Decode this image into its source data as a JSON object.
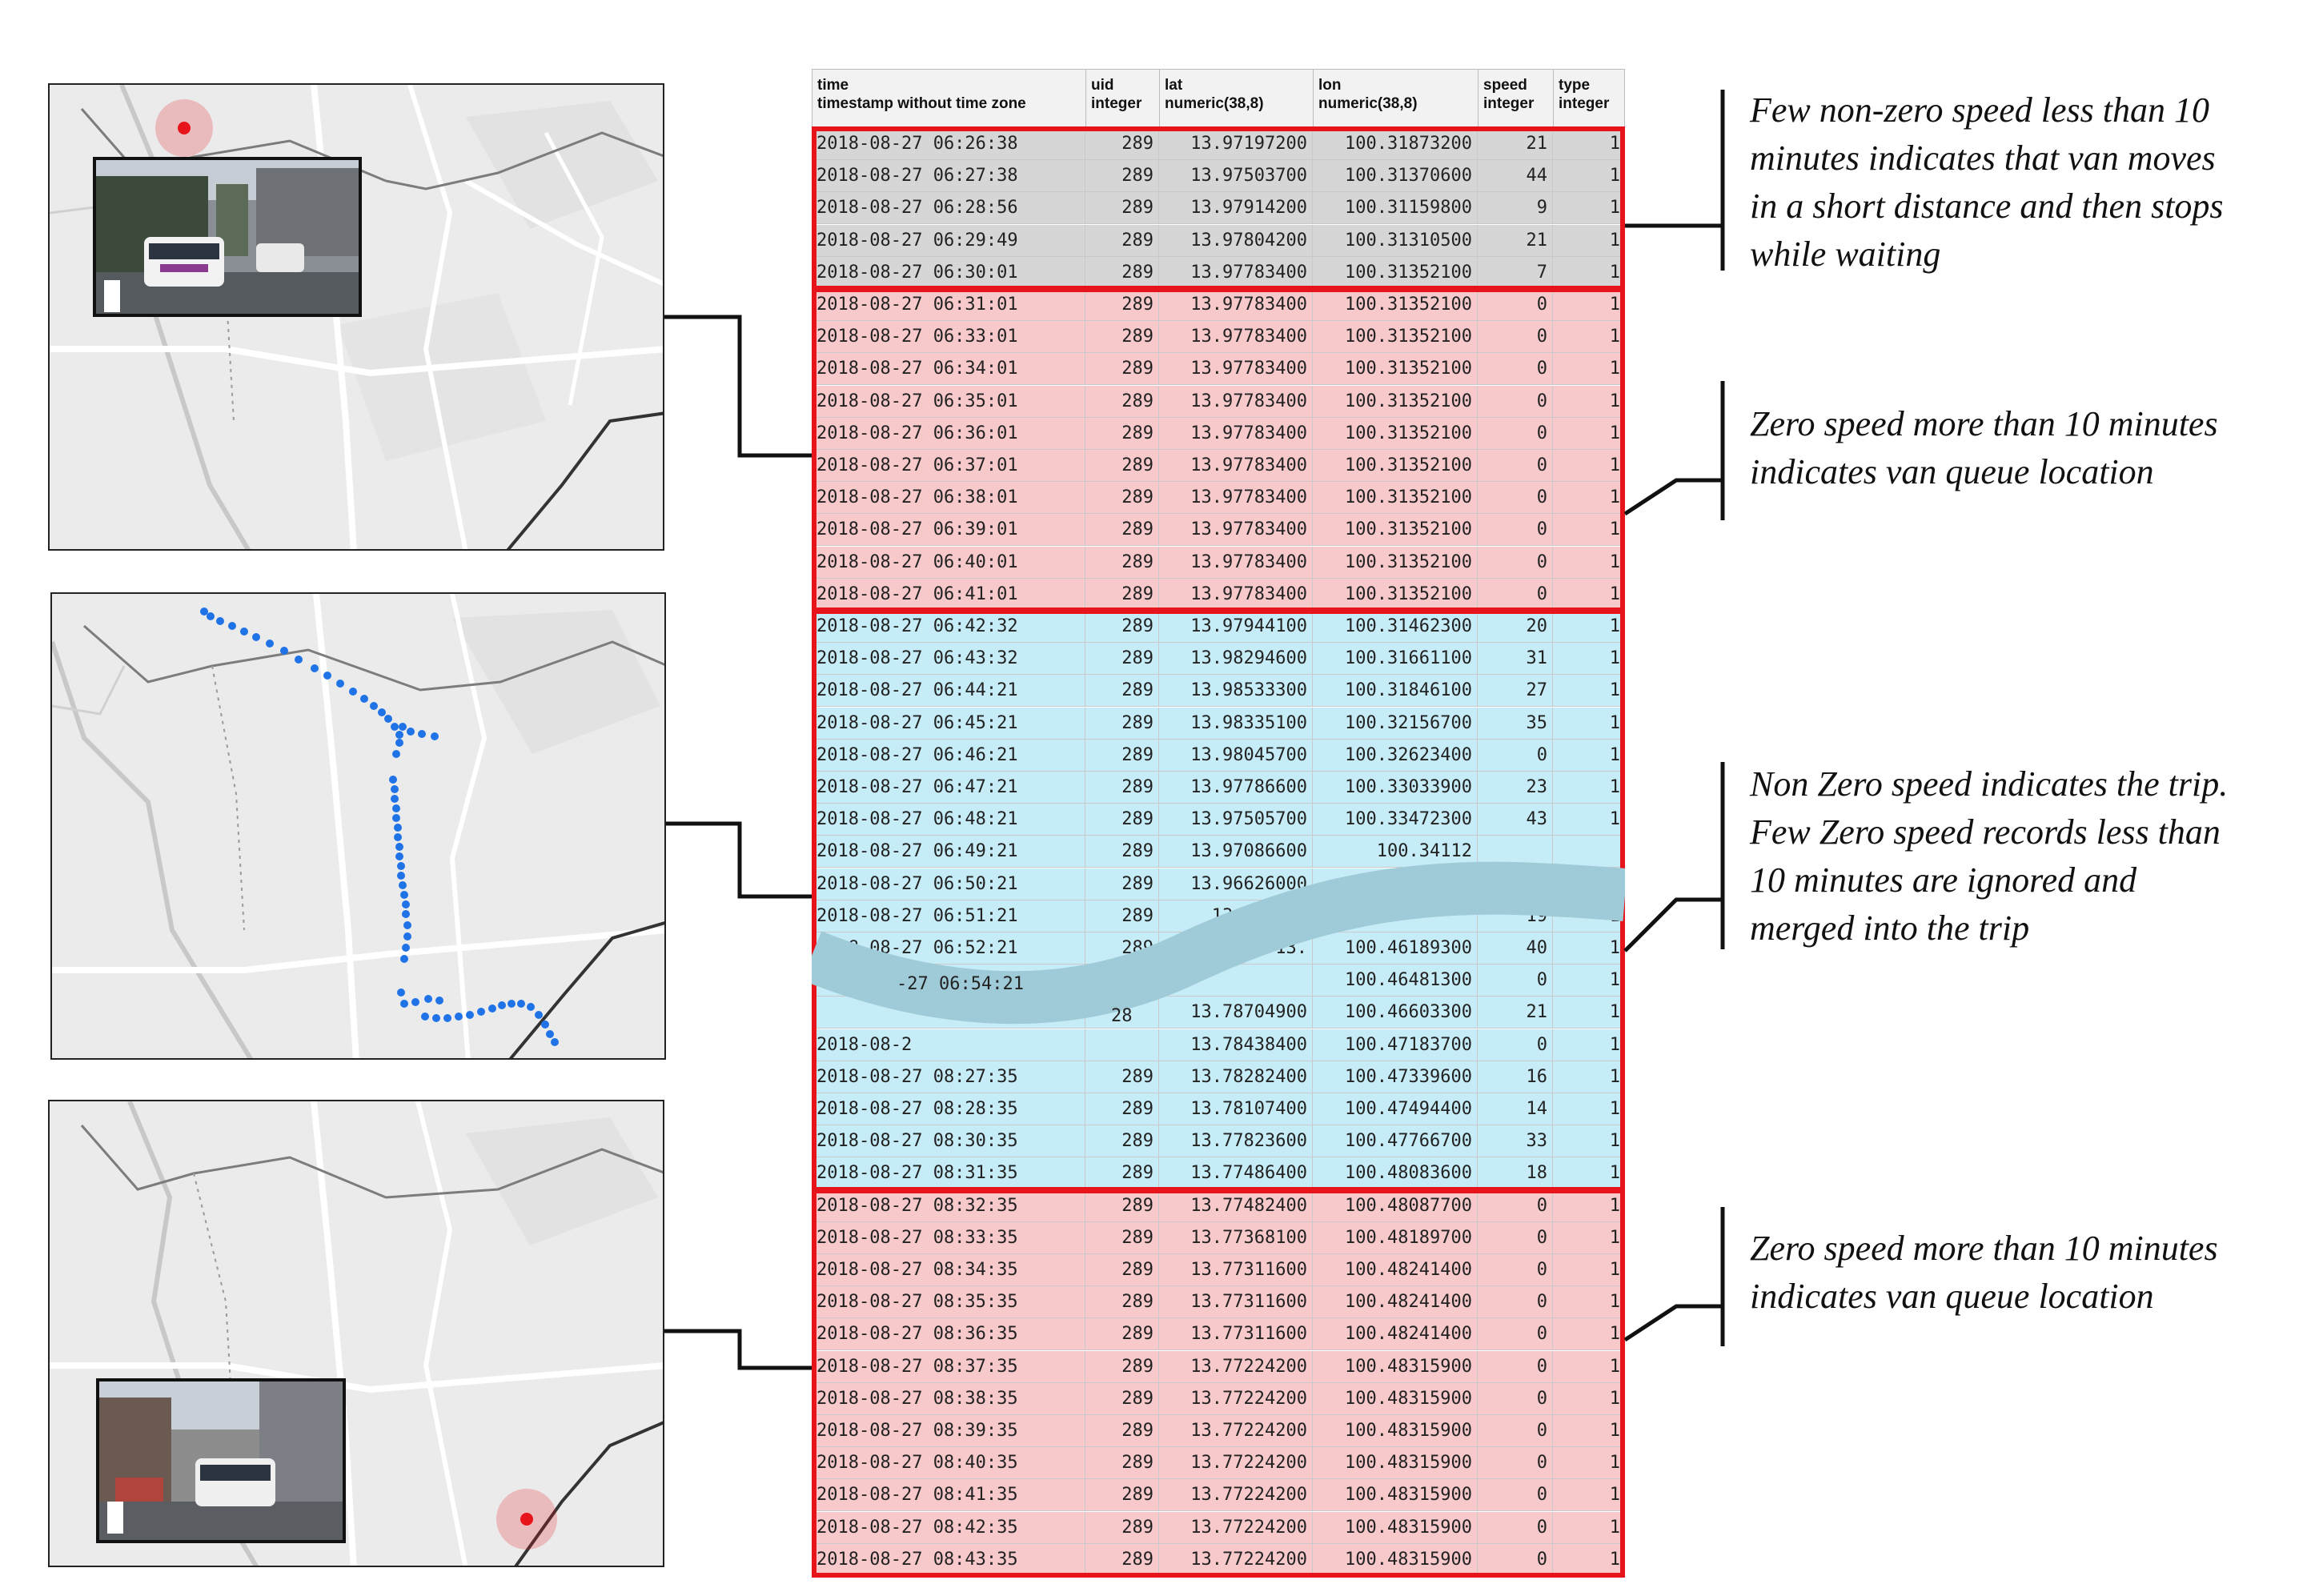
{
  "table": {
    "headers": [
      {
        "name": "time",
        "type": "timestamp without time zone"
      },
      {
        "name": "uid",
        "type": "integer"
      },
      {
        "name": "lat",
        "type": "numeric(38,8)"
      },
      {
        "name": "lon",
        "type": "numeric(38,8)"
      },
      {
        "name": "speed",
        "type": "integer"
      },
      {
        "name": "type",
        "type": "integer"
      }
    ],
    "groups": [
      {
        "kind": "moving_short",
        "color": "#d6d6d6",
        "rows": [
          [
            "2018-08-27 06:26:38",
            "289",
            "13.97197200",
            "100.31873200",
            "21",
            "1"
          ],
          [
            "2018-08-27 06:27:38",
            "289",
            "13.97503700",
            "100.31370600",
            "44",
            "1"
          ],
          [
            "2018-08-27 06:28:56",
            "289",
            "13.97914200",
            "100.31159800",
            "9",
            "1"
          ],
          [
            "2018-08-27 06:29:49",
            "289",
            "13.97804200",
            "100.31310500",
            "21",
            "1"
          ],
          [
            "2018-08-27 06:30:01",
            "289",
            "13.97783400",
            "100.31352100",
            "7",
            "1"
          ]
        ]
      },
      {
        "kind": "queue",
        "color": "#f7c9cb",
        "rows": [
          [
            "2018-08-27 06:31:01",
            "289",
            "13.97783400",
            "100.31352100",
            "0",
            "1"
          ],
          [
            "2018-08-27 06:33:01",
            "289",
            "13.97783400",
            "100.31352100",
            "0",
            "1"
          ],
          [
            "2018-08-27 06:34:01",
            "289",
            "13.97783400",
            "100.31352100",
            "0",
            "1"
          ],
          [
            "2018-08-27 06:35:01",
            "289",
            "13.97783400",
            "100.31352100",
            "0",
            "1"
          ],
          [
            "2018-08-27 06:36:01",
            "289",
            "13.97783400",
            "100.31352100",
            "0",
            "1"
          ],
          [
            "2018-08-27 06:37:01",
            "289",
            "13.97783400",
            "100.31352100",
            "0",
            "1"
          ],
          [
            "2018-08-27 06:38:01",
            "289",
            "13.97783400",
            "100.31352100",
            "0",
            "1"
          ],
          [
            "2018-08-27 06:39:01",
            "289",
            "13.97783400",
            "100.31352100",
            "0",
            "1"
          ],
          [
            "2018-08-27 06:40:01",
            "289",
            "13.97783400",
            "100.31352100",
            "0",
            "1"
          ],
          [
            "2018-08-27 06:41:01",
            "289",
            "13.97783400",
            "100.31352100",
            "0",
            "1"
          ]
        ]
      },
      {
        "kind": "trip",
        "color": "#c6ecf7",
        "rows": [
          [
            "2018-08-27 06:42:32",
            "289",
            "13.97944100",
            "100.31462300",
            "20",
            "1"
          ],
          [
            "2018-08-27 06:43:32",
            "289",
            "13.98294600",
            "100.31661100",
            "31",
            "1"
          ],
          [
            "2018-08-27 06:44:21",
            "289",
            "13.98533300",
            "100.31846100",
            "27",
            "1"
          ],
          [
            "2018-08-27 06:45:21",
            "289",
            "13.98335100",
            "100.32156700",
            "35",
            "1"
          ],
          [
            "2018-08-27 06:46:21",
            "289",
            "13.98045700",
            "100.32623400",
            "0",
            "1"
          ],
          [
            "2018-08-27 06:47:21",
            "289",
            "13.97786600",
            "100.33033900",
            "23",
            "1"
          ],
          [
            "2018-08-27 06:48:21",
            "289",
            "13.97505700",
            "100.33472300",
            "43",
            "1"
          ],
          [
            "2018-08-27 06:49:21",
            "289",
            "13.97086600",
            "100.34112",
            "",
            ""
          ],
          [
            "2018-08-27 06:50:21",
            "289",
            "13.96626000",
            "",
            "",
            ""
          ],
          [
            "2018-08-27 06:51:21",
            "289",
            "13.963616",
            "",
            "19",
            "1"
          ],
          [
            "2018-08-27 06:52:21",
            "289",
            "13.",
            "100.46189300",
            "40",
            "1"
          ],
          [
            "",
            "",
            "",
            "100.46481300",
            "0",
            "1"
          ],
          [
            "",
            "",
            "13.78704900",
            "100.46603300",
            "21",
            "1"
          ],
          [
            "2018-08-2",
            "",
            "13.78438400",
            "100.47183700",
            "0",
            "1"
          ],
          [
            "2018-08-27 08:27:35",
            "289",
            "13.78282400",
            "100.47339600",
            "16",
            "1"
          ],
          [
            "2018-08-27 08:28:35",
            "289",
            "13.78107400",
            "100.47494400",
            "14",
            "1"
          ],
          [
            "2018-08-27 08:30:35",
            "289",
            "13.77823600",
            "100.47766700",
            "33",
            "1"
          ],
          [
            "2018-08-27 08:31:35",
            "289",
            "13.77486400",
            "100.48083600",
            "18",
            "1"
          ]
        ]
      },
      {
        "kind": "queue",
        "color": "#f7c9cb",
        "rows": [
          [
            "2018-08-27 08:32:35",
            "289",
            "13.77482400",
            "100.48087700",
            "0",
            "1"
          ],
          [
            "2018-08-27 08:33:35",
            "289",
            "13.77368100",
            "100.48189700",
            "0",
            "1"
          ],
          [
            "2018-08-27 08:34:35",
            "289",
            "13.77311600",
            "100.48241400",
            "0",
            "1"
          ],
          [
            "2018-08-27 08:35:35",
            "289",
            "13.77311600",
            "100.48241400",
            "0",
            "1"
          ],
          [
            "2018-08-27 08:36:35",
            "289",
            "13.77311600",
            "100.48241400",
            "0",
            "1"
          ],
          [
            "2018-08-27 08:37:35",
            "289",
            "13.77224200",
            "100.48315900",
            "0",
            "1"
          ],
          [
            "2018-08-27 08:38:35",
            "289",
            "13.77224200",
            "100.48315900",
            "0",
            "1"
          ],
          [
            "2018-08-27 08:39:35",
            "289",
            "13.77224200",
            "100.48315900",
            "0",
            "1"
          ],
          [
            "2018-08-27 08:40:35",
            "289",
            "13.77224200",
            "100.48315900",
            "0",
            "1"
          ],
          [
            "2018-08-27 08:41:35",
            "289",
            "13.77224200",
            "100.48315900",
            "0",
            "1"
          ],
          [
            "2018-08-27 08:42:35",
            "289",
            "13.77224200",
            "100.48315900",
            "0",
            "1"
          ],
          [
            "2018-08-27 08:43:35",
            "289",
            "13.77224200",
            "100.48315900",
            "0",
            "1"
          ]
        ]
      }
    ],
    "partial_text": {
      "t1": "-27 06:54:21",
      "t2": "28"
    }
  },
  "annotations": [
    {
      "lines": [
        "Few non-zero speed less than 10",
        "minutes indicates that van moves",
        "in a short distance and then stops",
        "while waiting"
      ]
    },
    {
      "lines": [
        "Zero speed more than 10 minutes",
        "indicates van queue location"
      ]
    },
    {
      "lines": [
        "Non Zero speed indicates the trip.",
        "Few Zero speed records less than",
        "10 minutes are ignored and",
        "merged into the trip"
      ]
    },
    {
      "lines": [
        "Zero speed more than 10 minutes",
        "indicates van queue location"
      ]
    }
  ],
  "colors": {
    "highlight_border": "#e8141c",
    "trip_dots": "#1f73e6",
    "location_marker": "#e8141c",
    "break_band": "#9fcbd8"
  },
  "icons": {
    "origin_marker": "location-pin-icon",
    "destination_marker": "location-pin-icon"
  }
}
